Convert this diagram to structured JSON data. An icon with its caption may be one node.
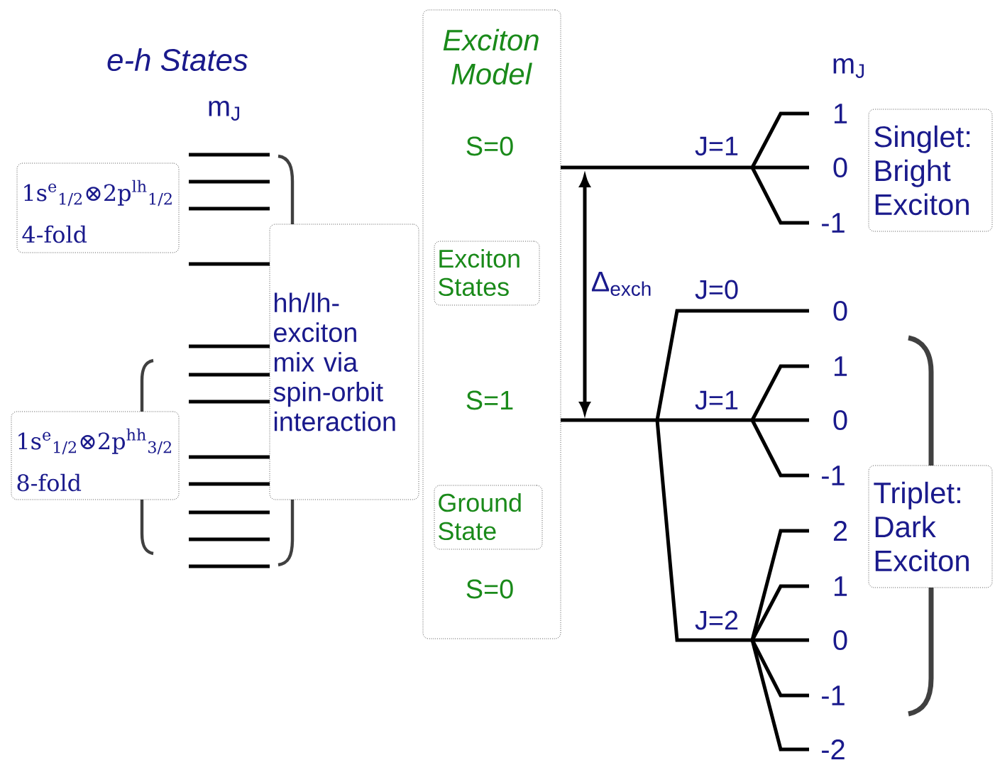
{
  "diagram": {
    "nodes": [
      {
        "text": [
          "1s$^{e}$$_{1/2}$⊗2p$^{lh}$$_{1/2}$",
          "4-fold"
        ]
      },
      {
        "text": [
          "1s$^{e}$$_{1/2}$⊗2p$^{hh}$$_{3/2}$",
          "8-fold"
        ]
      },
      {
        "text": [
          "hh/lh-exciton mix via spin-orbit interaction"
        ]
      },
      {
        "text": [
          "Exciton Model"
        ]
      },
      {
        "text": [
          "Exciton States"
        ],
        "in": 3
      },
      {
        "text": [
          "Ground State"
        ],
        "in": 3
      },
      {
        "text": [
          "Singlet: Bright Exciton"
        ]
      },
      {
        "text": [
          "Triplet: Dark Exciton"
        ]
      }
    ],
    "edges": [],
    "labels": [
      "e-h States",
      "m$_{J}$",
      "S=0",
      "J=1",
      "m$_{J}$",
      "1",
      "0",
      "-1",
      "Δ$_{exch}$",
      "J=0",
      "0",
      "S=1",
      "J=1",
      "1",
      "0",
      "-1",
      "2",
      "S=0",
      "1",
      "J=2",
      "0",
      "-1",
      "-2"
    ]
  }
}
